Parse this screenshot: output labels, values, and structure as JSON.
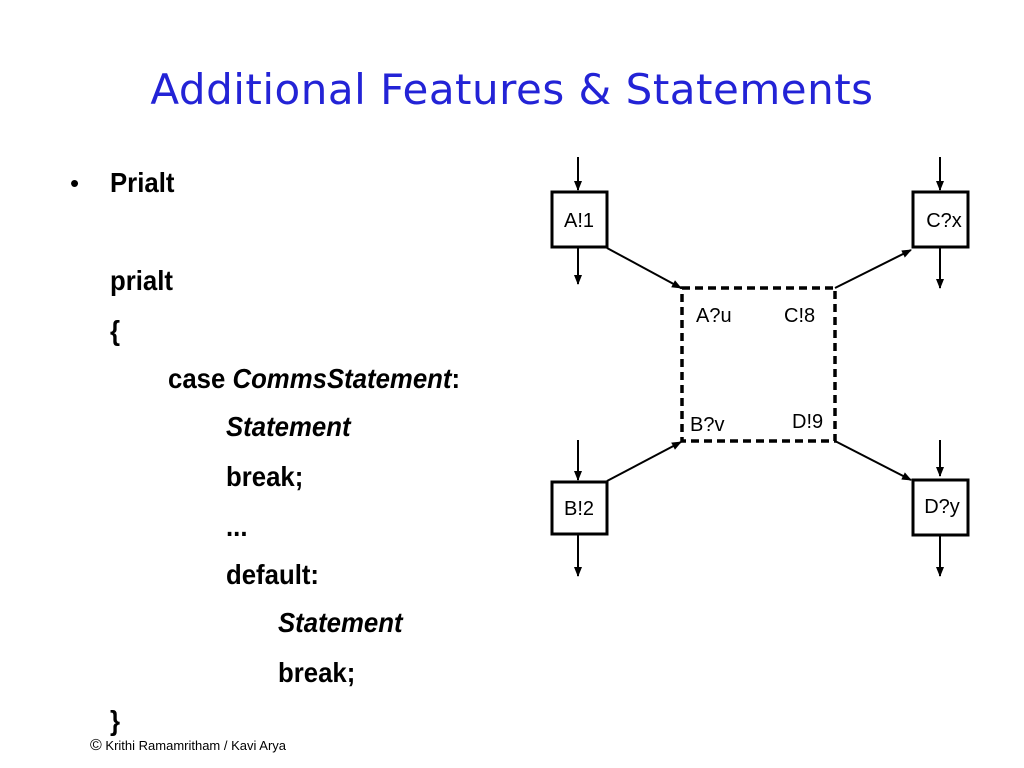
{
  "slide": {
    "title": "Additional Features & Statements",
    "bullet_symbol": "•",
    "code": {
      "heading": "Prialt",
      "keyword": "prialt",
      "open_brace": "{",
      "case_keyword": "case ",
      "comms_statement": "CommsStatement",
      "colon": ":",
      "statement_1": "Statement",
      "break_1": "break;",
      "ellipsis": "...",
      "default_label": "default:",
      "statement_2": "Statement",
      "break_2": "break;",
      "close_brace": "}"
    },
    "footer": {
      "copyright_symbol": "©",
      "text": " Krithi Ramamritham / Kavi Arya"
    }
  },
  "diagram": {
    "process_a": "A!1",
    "process_b": "B!2",
    "process_c": "C?x",
    "process_d": "D?y",
    "prialt_a": "A?u",
    "prialt_b": "B?v",
    "prialt_c": "C!8",
    "prialt_d": "D!9",
    "colors": {
      "title": "#2323d6",
      "stroke": "#000000"
    }
  }
}
